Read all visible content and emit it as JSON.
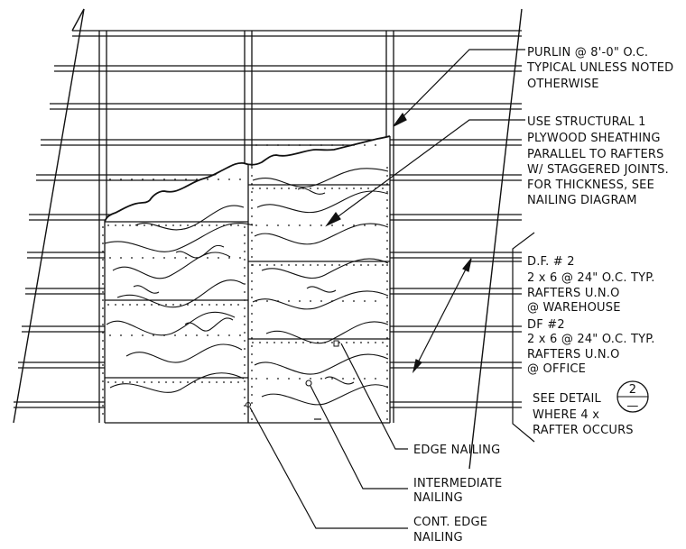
{
  "notes": {
    "purlin": [
      "PURLIN @ 8'-0\" O.C.",
      "TYPICAL UNLESS NOTED",
      "OTHERWISE"
    ],
    "plywood": [
      "USE STRUCTURAL 1",
      "PLYWOOD SHEATHING",
      "PARALLEL TO RAFTERS",
      "W/ STAGGERED JOINTS.",
      "FOR THICKNESS, SEE",
      "NAILING DIAGRAM"
    ],
    "rafters_warehouse": [
      "D.F. # 2",
      "2 x 6 @ 24\" O.C. TYP.",
      "RAFTERS U.N.O",
      "@ WAREHOUSE"
    ],
    "rafters_office": [
      "DF #2",
      "2 x 6 @ 24\" O.C. TYP.",
      "RAFTERS U.N.O",
      "@ OFFICE"
    ],
    "see_detail": [
      "SEE DETAIL",
      "WHERE 4 x",
      "RAFTER OCCURS"
    ],
    "detail_bubble": {
      "top": "2",
      "bottom": "—"
    },
    "edge_nailing": [
      "EDGE NAILING"
    ],
    "intermediate_nailing": [
      "INTERMEDIATE",
      "NAILING"
    ],
    "cont_edge_nailing": [
      "CONT. EDGE",
      "NAILING"
    ]
  }
}
